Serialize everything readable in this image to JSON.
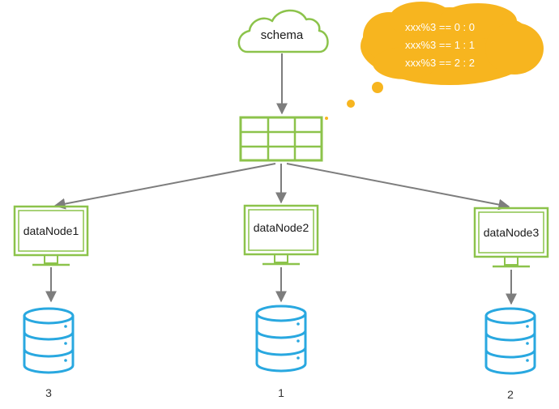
{
  "schema": {
    "label": "schema"
  },
  "rule_bubble": {
    "lines": [
      "xxx%3 == 0 : 0",
      "xxx%3 == 1 : 1",
      "xxx%3 == 2 : 2"
    ]
  },
  "nodes": [
    {
      "label": "dataNode1",
      "db_label": "3"
    },
    {
      "label": "dataNode2",
      "db_label": "1"
    },
    {
      "label": "dataNode3",
      "db_label": "2"
    }
  ],
  "colors": {
    "green": "#8cc34b",
    "blue": "#29a8e0",
    "orange": "#f7b51f",
    "arrow": "#7d7d7d"
  }
}
